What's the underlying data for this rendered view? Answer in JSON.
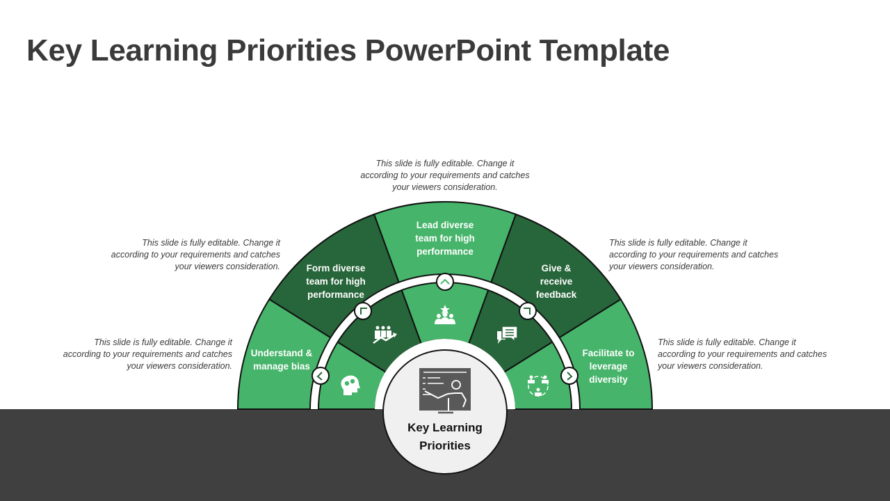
{
  "slide": {
    "title": "Key Learning Priorities PowerPoint Template",
    "colors": {
      "light_green": "#46b46a",
      "dark_green": "#27653a",
      "band_gray": "#404040",
      "center_fill": "#f0f0f0",
      "icon_gray": "#595959"
    }
  },
  "center": {
    "title_line1": "Key Learning",
    "title_line2": "Priorities",
    "icon": "teacher-presentation-icon"
  },
  "segments": [
    {
      "label": "Understand & manage bias",
      "icon": "head-gears-icon",
      "arrow": "chevron-left",
      "shade": "light"
    },
    {
      "label": "Form diverse team for high performance",
      "icon": "team-growth-icon",
      "arrow": "chevron-up-left",
      "shade": "dark"
    },
    {
      "label": "Lead diverse team for high performance",
      "icon": "team-star-icon",
      "arrow": "chevron-up",
      "shade": "light"
    },
    {
      "label": "Give & receive feedback",
      "icon": "chat-bubbles-icon",
      "arrow": "chevron-up-right",
      "shade": "dark"
    },
    {
      "label": "Facilitate to leverage diversity",
      "icon": "network-people-icon",
      "arrow": "chevron-right",
      "shade": "light"
    }
  ],
  "descriptions": [
    {
      "line1": "This slide is fully editable. Change it",
      "line2": "according to your requirements and catches",
      "line3": "your viewers consideration."
    },
    {
      "line1": "This slide is fully editable. Change it",
      "line2": "according to your requirements and catches",
      "line3": "your viewers consideration."
    },
    {
      "line1": "This slide is fully editable. Change it",
      "line2": "according to your requirements and catches",
      "line3": "your viewers consideration."
    },
    {
      "line1": "This slide is fully editable. Change it",
      "line2": "according to your requirements and catches",
      "line3": "your viewers consideration."
    },
    {
      "line1": "This slide is fully editable. Change it",
      "line2": "according to your requirements and catches",
      "line3": "your viewers consideration."
    }
  ]
}
